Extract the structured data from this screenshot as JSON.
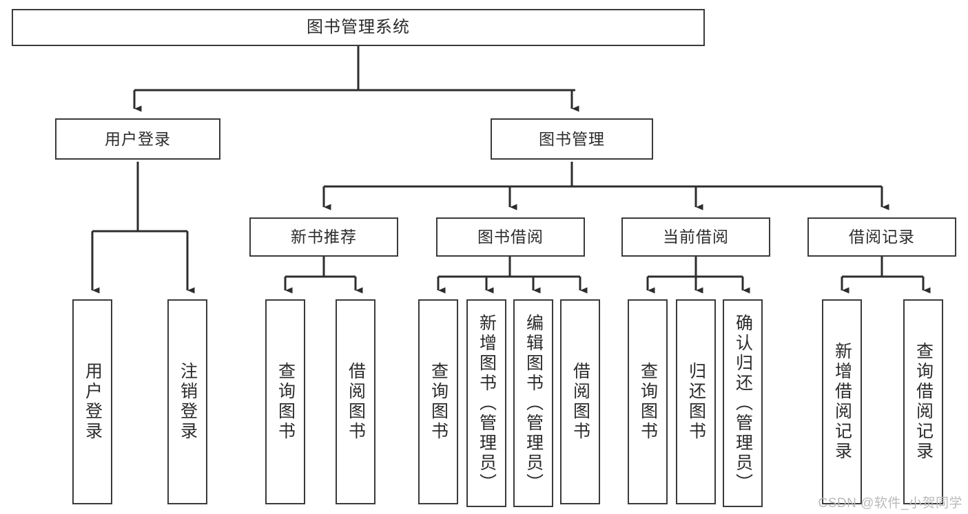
{
  "diagram": {
    "title": "图书管理系统",
    "type": "tree-hierarchy-diagram",
    "colors": {
      "box_border": "#3a3a3a",
      "box_fill": "#ffffff",
      "connector": "#2d2d2d",
      "text": "#2b2b2b",
      "watermark": "#b9b9b9"
    },
    "root": {
      "label": "图书管理系统"
    },
    "level2": [
      {
        "label": "用户登录"
      },
      {
        "label": "图书管理"
      }
    ],
    "level3": [
      {
        "label": "新书推荐"
      },
      {
        "label": "图书借阅"
      },
      {
        "label": "当前借阅"
      },
      {
        "label": "借阅记录"
      }
    ],
    "leaves": {
      "user_login": [
        {
          "label": "用户登录"
        },
        {
          "label": "注销登录"
        }
      ],
      "new_book_recommend": [
        {
          "label": "查询图书"
        },
        {
          "label": "借阅图书"
        }
      ],
      "book_borrow": [
        {
          "label": "查询图书"
        },
        {
          "label": "新增图书（管理员）"
        },
        {
          "label": "编辑图书（管理员）"
        },
        {
          "label": "借阅图书"
        }
      ],
      "current_borrow": [
        {
          "label": "查询图书"
        },
        {
          "label": "归还图书"
        },
        {
          "label": "确认归还（管理员）"
        }
      ],
      "borrow_record": [
        {
          "label": "新增借阅记录"
        },
        {
          "label": "查询借阅记录"
        }
      ]
    },
    "watermark": "CSDN @软件_小贺同学"
  }
}
